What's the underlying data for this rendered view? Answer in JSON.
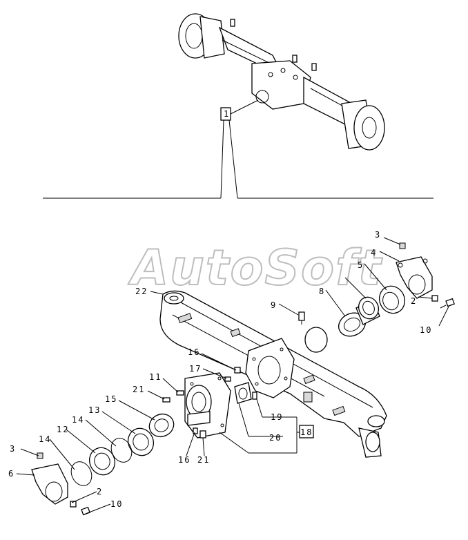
{
  "watermark": "AutoSoft",
  "reference_box_top": "1",
  "reference_box_bottom": "18",
  "callouts": {
    "c3a": "3",
    "c4": "4",
    "c5": "5",
    "c8": "8",
    "c9": "9",
    "c2a": "2",
    "c10a": "10",
    "c22": "22",
    "c16a": "16",
    "c17": "17",
    "c11": "11",
    "c21a": "21",
    "c15": "15",
    "c13": "13",
    "c14a": "14",
    "c12": "12",
    "c14b": "14",
    "c3b": "3",
    "c6": "6",
    "c2b": "2",
    "c10b": "10",
    "c16b": "16",
    "c21b": "21",
    "c19": "19",
    "c20": "20"
  }
}
